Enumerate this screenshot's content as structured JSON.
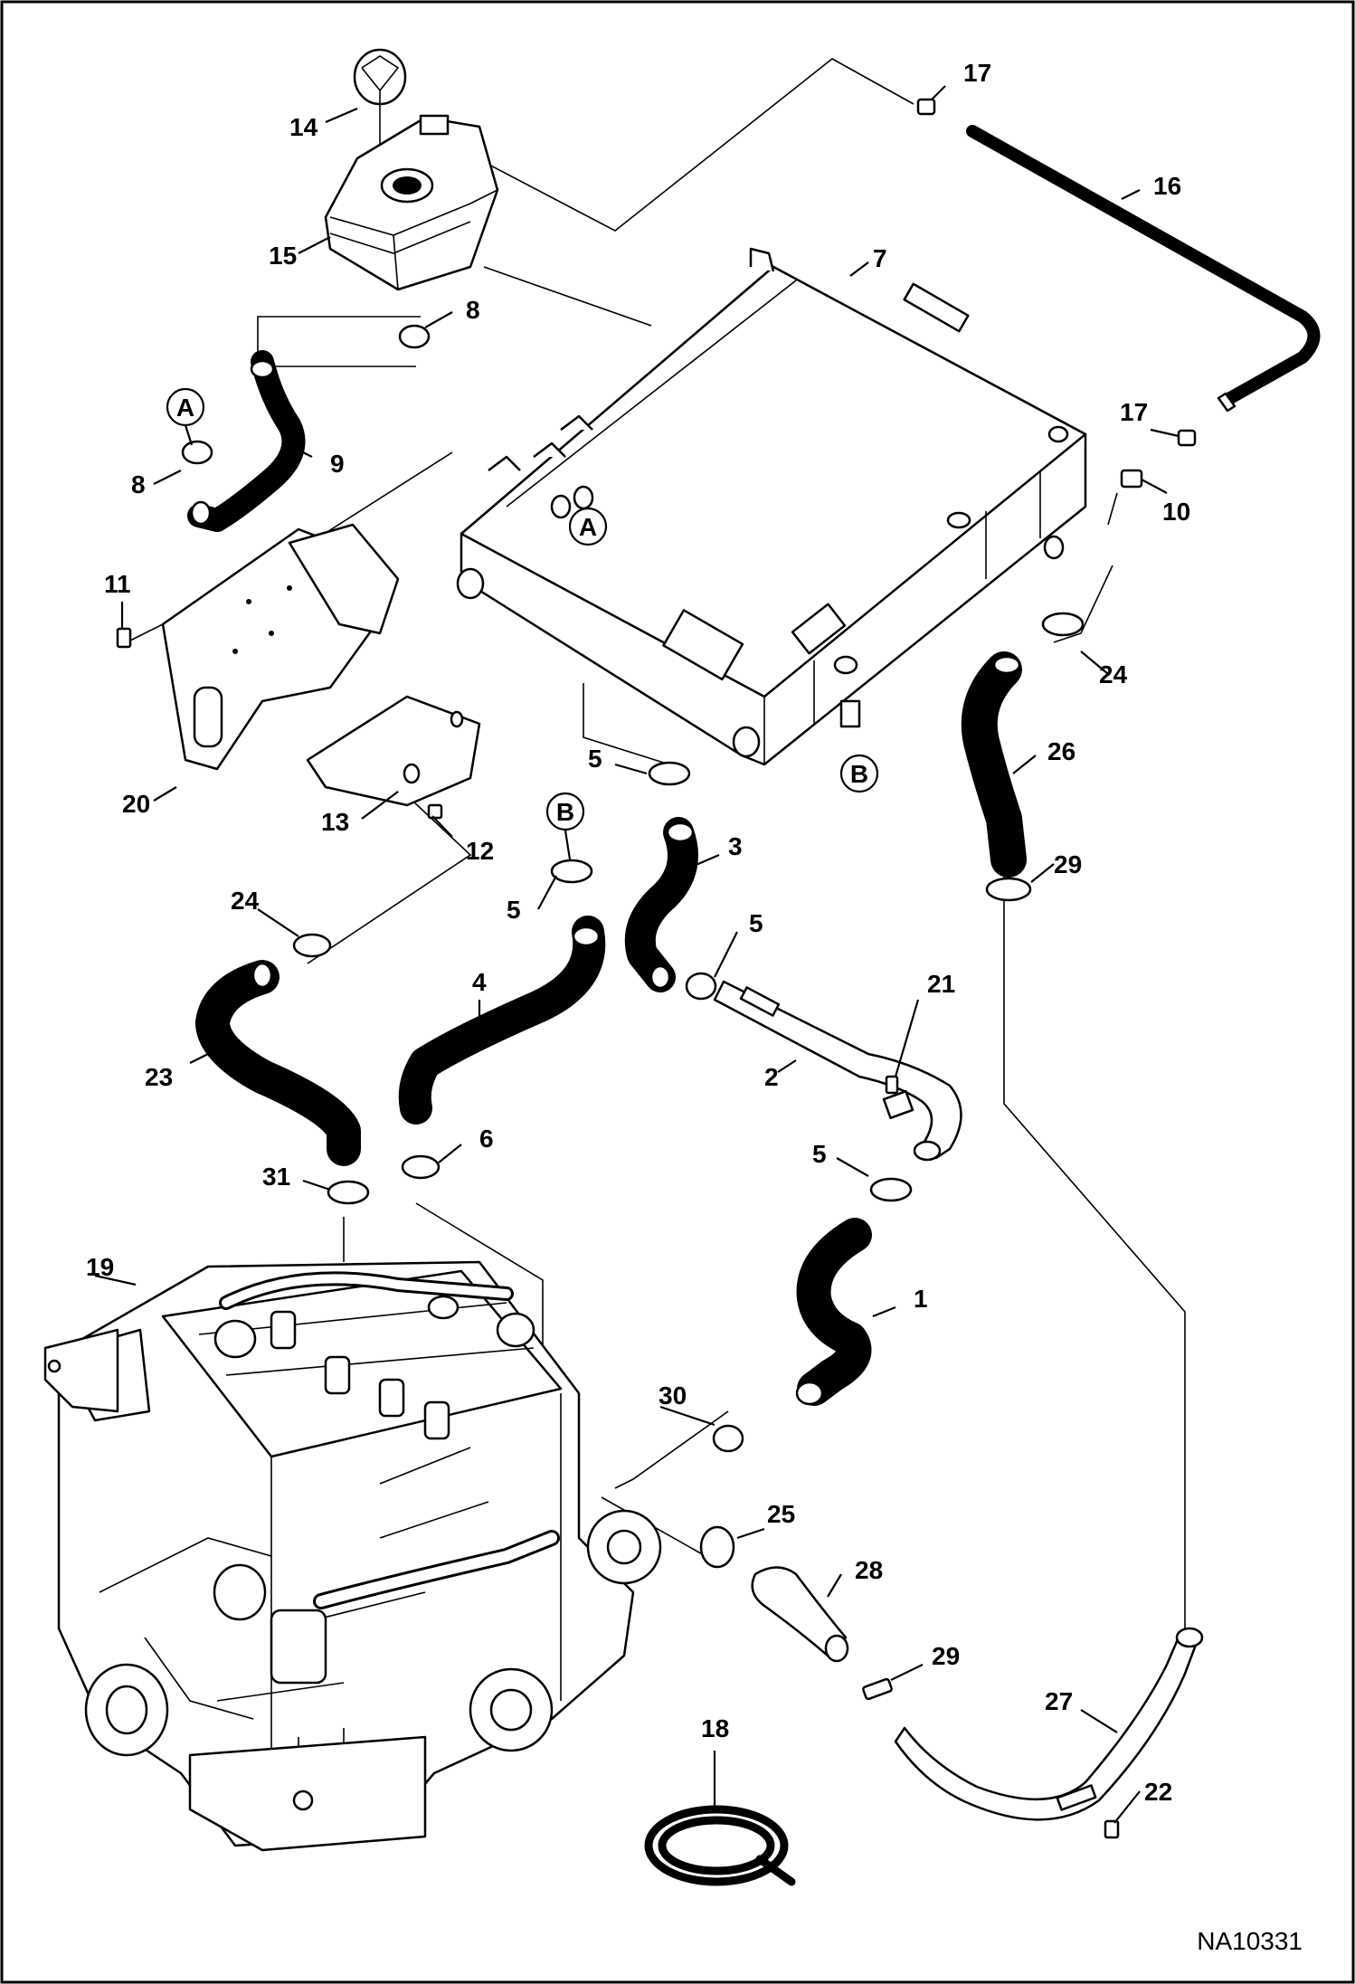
{
  "figure_id": "NA10331",
  "callouts": [
    {
      "id": "c1",
      "text": "1"
    },
    {
      "id": "c2",
      "text": "2"
    },
    {
      "id": "c3",
      "text": "3"
    },
    {
      "id": "c4",
      "text": "4"
    },
    {
      "id": "c5a",
      "text": "5"
    },
    {
      "id": "c5b",
      "text": "5"
    },
    {
      "id": "c5c",
      "text": "5"
    },
    {
      "id": "c5d",
      "text": "5"
    },
    {
      "id": "c6",
      "text": "6"
    },
    {
      "id": "c7",
      "text": "7"
    },
    {
      "id": "c8a",
      "text": "8"
    },
    {
      "id": "c8b",
      "text": "8"
    },
    {
      "id": "c9",
      "text": "9"
    },
    {
      "id": "c10",
      "text": "10"
    },
    {
      "id": "c11",
      "text": "11"
    },
    {
      "id": "c12",
      "text": "12"
    },
    {
      "id": "c13",
      "text": "13"
    },
    {
      "id": "c14",
      "text": "14"
    },
    {
      "id": "c15",
      "text": "15"
    },
    {
      "id": "c16",
      "text": "16"
    },
    {
      "id": "c17a",
      "text": "17"
    },
    {
      "id": "c17b",
      "text": "17"
    },
    {
      "id": "c18",
      "text": "18"
    },
    {
      "id": "c19",
      "text": "19"
    },
    {
      "id": "c20",
      "text": "20"
    },
    {
      "id": "c21",
      "text": "21"
    },
    {
      "id": "c22",
      "text": "22"
    },
    {
      "id": "c23",
      "text": "23"
    },
    {
      "id": "c24a",
      "text": "24"
    },
    {
      "id": "c24b",
      "text": "24"
    },
    {
      "id": "c25",
      "text": "25"
    },
    {
      "id": "c26",
      "text": "26"
    },
    {
      "id": "c27",
      "text": "27"
    },
    {
      "id": "c28",
      "text": "28"
    },
    {
      "id": "c29a",
      "text": "29"
    },
    {
      "id": "c29b",
      "text": "29"
    },
    {
      "id": "c30",
      "text": "30"
    },
    {
      "id": "c31",
      "text": "31"
    }
  ],
  "references": [
    {
      "id": "refA1",
      "text": "A"
    },
    {
      "id": "refA2",
      "text": "A"
    },
    {
      "id": "refB1",
      "text": "B"
    },
    {
      "id": "refB2",
      "text": "B"
    }
  ]
}
